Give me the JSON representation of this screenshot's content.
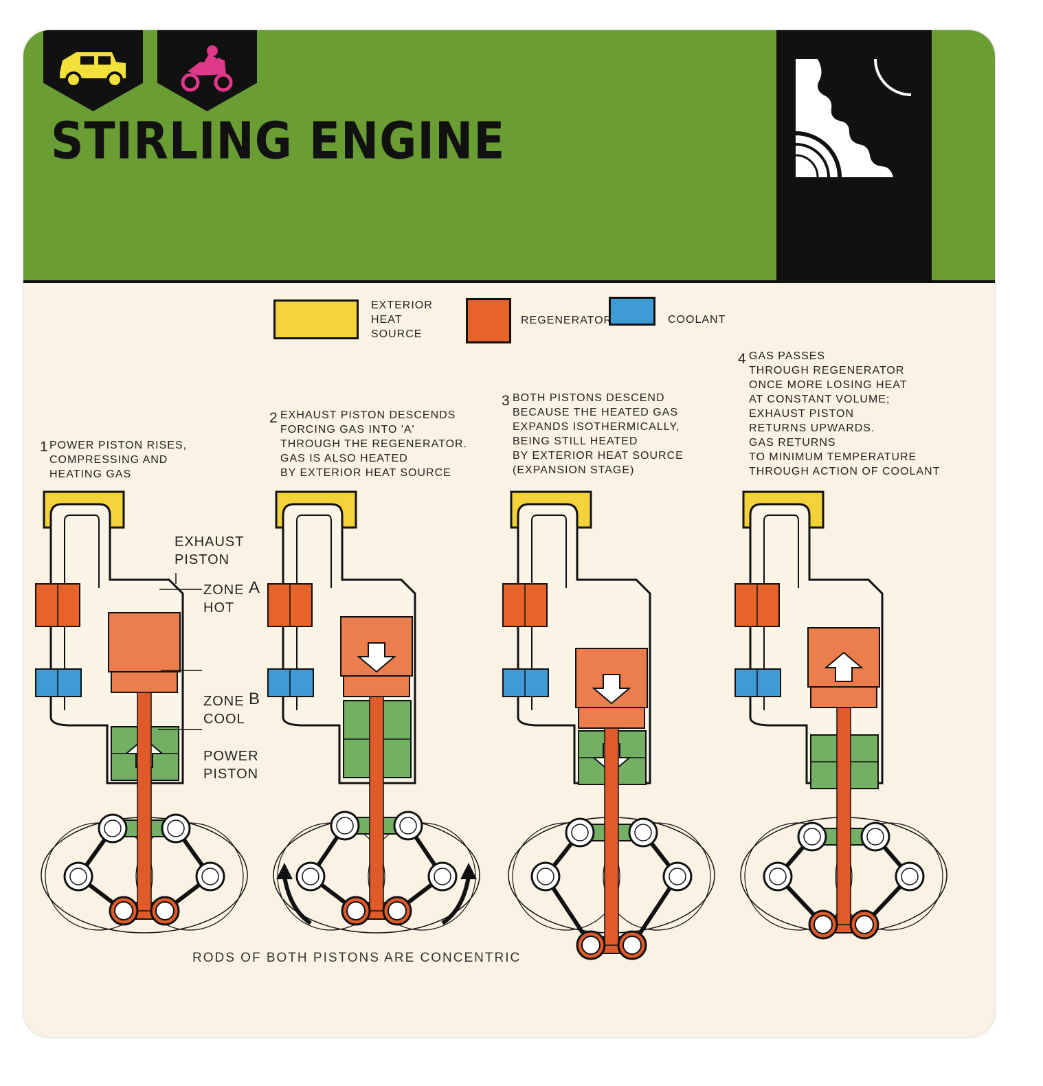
{
  "title": "STIRLING ENGINE",
  "header": {
    "badges": [
      {
        "icon": "car-icon",
        "color": "#f4e03a"
      },
      {
        "icon": "motorcycle-icon",
        "color": "#e0388a"
      }
    ],
    "category_icon": "gears-icon"
  },
  "colors": {
    "band": "#6a9e35",
    "heat": "#f4d23a",
    "regenerator": "#e8632a",
    "coolant": "#3f9ad6",
    "hot_piston": "#ec7d4d",
    "cool_piston": "#73b063",
    "rod": "#e05a2a"
  },
  "legend": [
    {
      "label": "EXTERIOR\nHEAT\nSOURCE",
      "color_key": "heat"
    },
    {
      "label": "REGENERATOR",
      "color_key": "regenerator"
    },
    {
      "label": "COOLANT",
      "color_key": "coolant"
    }
  ],
  "steps": [
    {
      "num": "1",
      "text": "POWER PISTON RISES,\nCOMPRESSING AND\nHEATING GAS",
      "arrow": "up",
      "arrow_on": "power"
    },
    {
      "num": "2",
      "text": "EXHAUST PISTON DESCENDS\nFORCING GAS INTO 'A'\nTHROUGH THE REGENERATOR.\nGAS IS ALSO HEATED\nBY EXTERIOR HEAT SOURCE",
      "arrow": "down",
      "arrow_on": "exhaust"
    },
    {
      "num": "3",
      "text": "BOTH PISTONS DESCEND\nBECAUSE THE HEATED GAS\nEXPANDS ISOTHERMICALLY,\nBEING STILL HEATED\nBY EXTERIOR HEAT SOURCE\n(EXPANSION STAGE)",
      "arrow": "down",
      "arrow_on": "both"
    },
    {
      "num": "4",
      "text": "GAS PASSES\nTHROUGH REGENERATOR\nONCE MORE LOSING HEAT\nAT CONSTANT VOLUME;\nEXHAUST PISTON\nRETURNS UPWARDS.\nGAS RETURNS\nTO MINIMUM TEMPERATURE\nTHROUGH ACTION OF COOLANT",
      "arrow": "up",
      "arrow_on": "exhaust"
    }
  ],
  "labels": {
    "exhaust_piston": "EXHAUST\nPISTON",
    "zone_hot": "ZONE\nHOT",
    "zone_a": "A",
    "zone_cool": "ZONE\nCOOL",
    "zone_b": "B",
    "power_piston": "POWER\nPISTON"
  },
  "footnote": "RODS OF BOTH PISTONS ARE CONCENTRIC"
}
